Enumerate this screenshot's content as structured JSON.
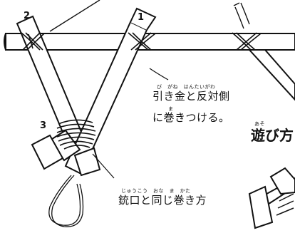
{
  "labels": {
    "n1": "1",
    "n2": "2",
    "n3": "3"
  },
  "caption1": {
    "ruby1": "び　がね　はんたいがわ",
    "line1": "引き金と反対側",
    "ruby2": "ま",
    "line2": "に巻きつける。"
  },
  "caption2": {
    "ruby": "じゅうこう　おな　ま　かた",
    "line": "銃口と同じ巻き方"
  },
  "heading": {
    "ruby": "あそ",
    "text": "遊び方"
  },
  "colors": {
    "ink": "#111111",
    "paper": "#ffffff"
  }
}
